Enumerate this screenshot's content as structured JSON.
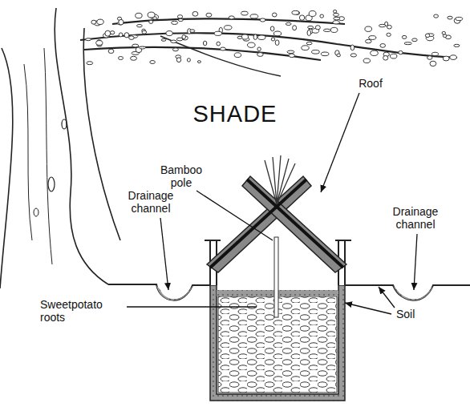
{
  "diagram": {
    "labels": [
      "SHADE",
      "Roof",
      "Bamboo pole",
      "Drainage channel",
      "Drainage channel",
      "Sweetpotato roots",
      "Soil"
    ]
  }
}
